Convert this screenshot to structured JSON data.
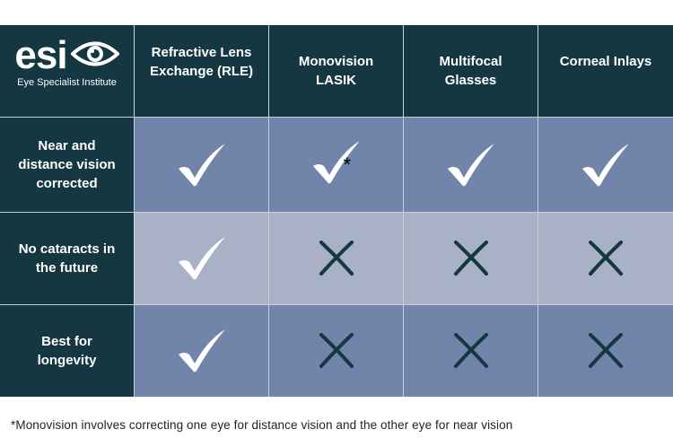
{
  "logo": {
    "wordmark": "esi",
    "subtitle": "Eye Specialist Institute",
    "icon": "eye-icon"
  },
  "columns": [
    {
      "label": "Refractive Lens Exchange (RLE)"
    },
    {
      "label": "Monovision LASIK"
    },
    {
      "label": "Multifocal Glasses"
    },
    {
      "label": "Corneal Inlays"
    }
  ],
  "rows": [
    {
      "label": "Near and distance vision corrected",
      "values": [
        "check",
        "check*",
        "check",
        "check"
      ]
    },
    {
      "label": "No cataracts in the future",
      "values": [
        "check",
        "cross",
        "cross",
        "cross"
      ]
    },
    {
      "label": "Best for longevity",
      "values": [
        "check",
        "cross",
        "cross",
        "cross"
      ]
    }
  ],
  "asterisk": "*",
  "footnote": "*Monovision involves correcting one eye for distance vision and the other eye for near vision",
  "colors": {
    "header_bg": "#143742",
    "row_dark": "#7185aa",
    "row_light": "#a8b1c5",
    "check": "#ffffff",
    "cross": "#143742"
  }
}
